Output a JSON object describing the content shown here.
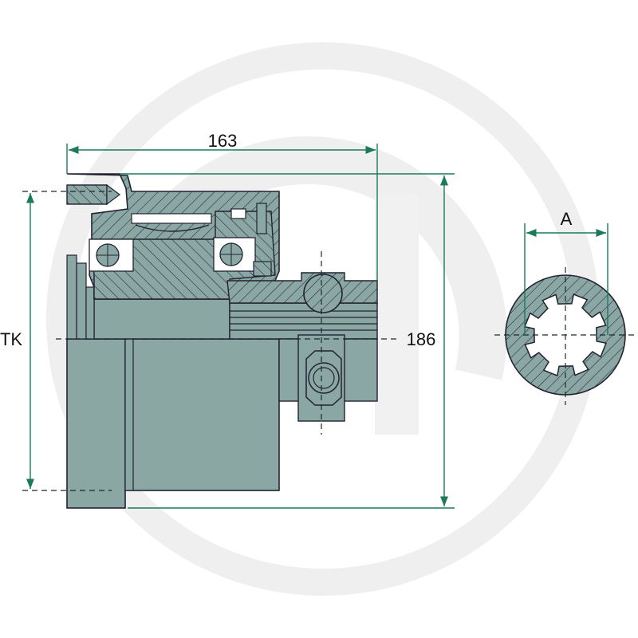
{
  "drawing": {
    "dimensions": {
      "overall_length": "163",
      "overall_height": "186",
      "bolt_circle": "TK",
      "bore": "A"
    },
    "colors": {
      "part_fill": "#8aa7a3",
      "dimension_line": "#1a7a5a",
      "watermark": "#ececec",
      "outline": "#222233"
    }
  }
}
